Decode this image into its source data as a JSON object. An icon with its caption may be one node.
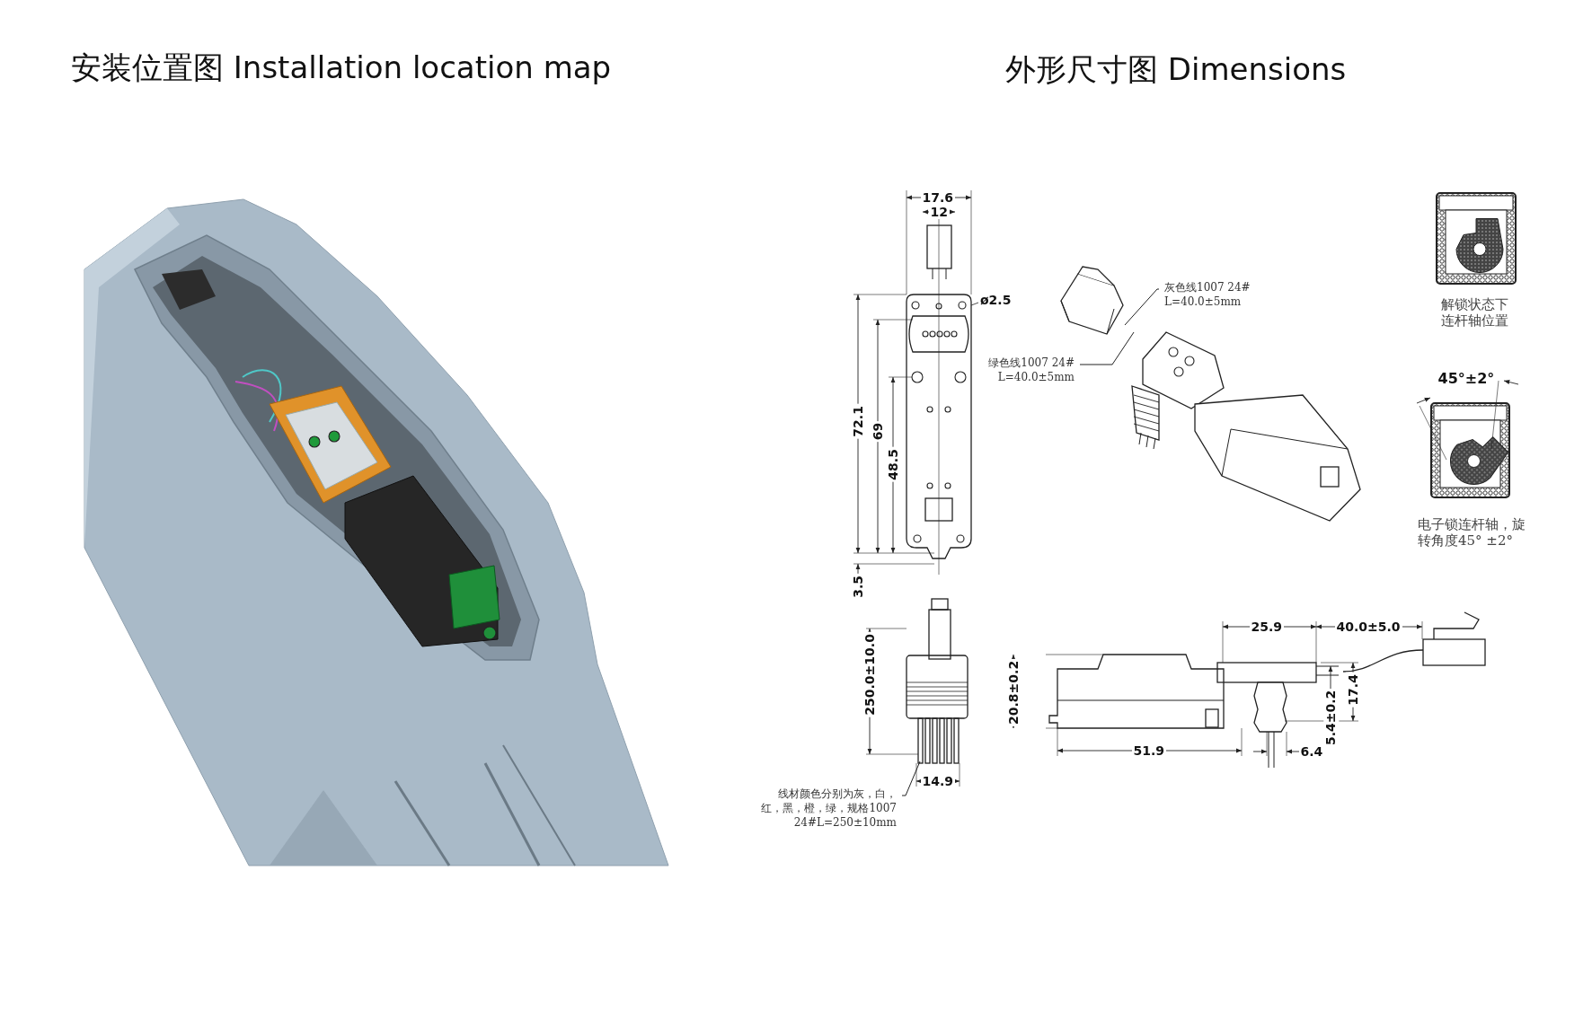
{
  "diagram": {
    "nodes": [
      {
        "text": [
          "灰色线1007 24# L=40.0±5mm"
        ]
      },
      {
        "text": [
          "绿色线1007 24# L=40.0±5mm"
        ]
      },
      {
        "text": [
          "线材颜色分别为灰，白，红，黑，橙，绿，规格1007 24#L=250±10mm"
        ]
      }
    ],
    "edges": [
      {
        "from": 0,
        "to": null,
        "arrow": "none"
      },
      {
        "from": 1,
        "to": null,
        "arrow": "none"
      },
      {
        "from": 2,
        "to": null,
        "arrow": "none"
      }
    ],
    "labels": [
      "安装位置图 Installation location map",
      "外形尺寸图 Dimensions",
      "17.6",
      "12",
      "ø2.5",
      "72.1",
      "69",
      "48.5",
      "3.5",
      "250.0±10.0",
      "14.9",
      "25.9",
      "40.0±5.0",
      "20.8±0.2",
      "17.4",
      "5.4±0.2",
      "51.9",
      "6.4",
      "解锁状态下连杆轴位置",
      "45°±2°",
      "电子锁连杆轴，旋转角度45° ±2°"
    ]
  }
}
